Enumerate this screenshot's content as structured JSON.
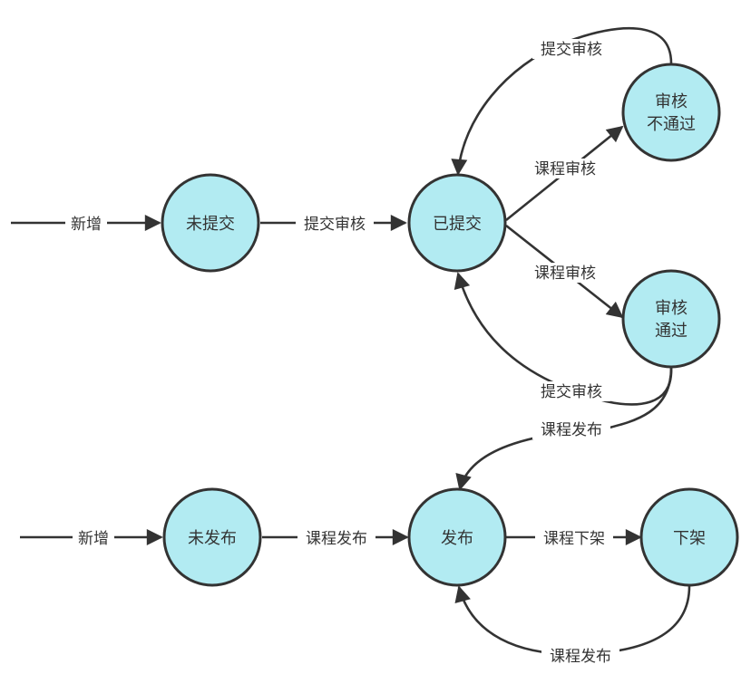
{
  "diagram": {
    "title": "",
    "colors": {
      "node_fill": "#b2ebf2",
      "stroke": "#333333",
      "text": "#333333",
      "background": "#ffffff"
    },
    "nodes": [
      {
        "id": "unsubmitted",
        "lines": [
          "未提交"
        ]
      },
      {
        "id": "submitted",
        "lines": [
          "已提交"
        ]
      },
      {
        "id": "review-failed",
        "lines": [
          "审核",
          "不通过"
        ]
      },
      {
        "id": "review-passed",
        "lines": [
          "审核",
          "通过"
        ]
      },
      {
        "id": "unpublished",
        "lines": [
          "未发布"
        ]
      },
      {
        "id": "published",
        "lines": [
          "发布"
        ]
      },
      {
        "id": "offline",
        "lines": [
          "下架"
        ]
      }
    ],
    "edges": [
      {
        "id": "new-to-unsubmitted",
        "from": null,
        "to": "unsubmitted",
        "label": "新增"
      },
      {
        "id": "unsubmitted-to-submitted",
        "from": "unsubmitted",
        "to": "submitted",
        "label": "提交审核"
      },
      {
        "id": "submitted-to-failed",
        "from": "submitted",
        "to": "review-failed",
        "label": "课程审核"
      },
      {
        "id": "failed-to-submitted",
        "from": "review-failed",
        "to": "submitted",
        "label": "提交审核"
      },
      {
        "id": "submitted-to-passed",
        "from": "submitted",
        "to": "review-passed",
        "label": "课程审核"
      },
      {
        "id": "passed-to-submitted",
        "from": "review-passed",
        "to": "submitted",
        "label": "提交审核"
      },
      {
        "id": "passed-to-published",
        "from": "review-passed",
        "to": "published",
        "label": "课程发布"
      },
      {
        "id": "new-to-unpublished",
        "from": null,
        "to": "unpublished",
        "label": "新增"
      },
      {
        "id": "unpublished-to-published",
        "from": "unpublished",
        "to": "published",
        "label": "课程发布"
      },
      {
        "id": "published-to-offline",
        "from": "published",
        "to": "offline",
        "label": "课程下架"
      },
      {
        "id": "offline-to-published",
        "from": "offline",
        "to": "published",
        "label": "课程发布"
      }
    ]
  }
}
